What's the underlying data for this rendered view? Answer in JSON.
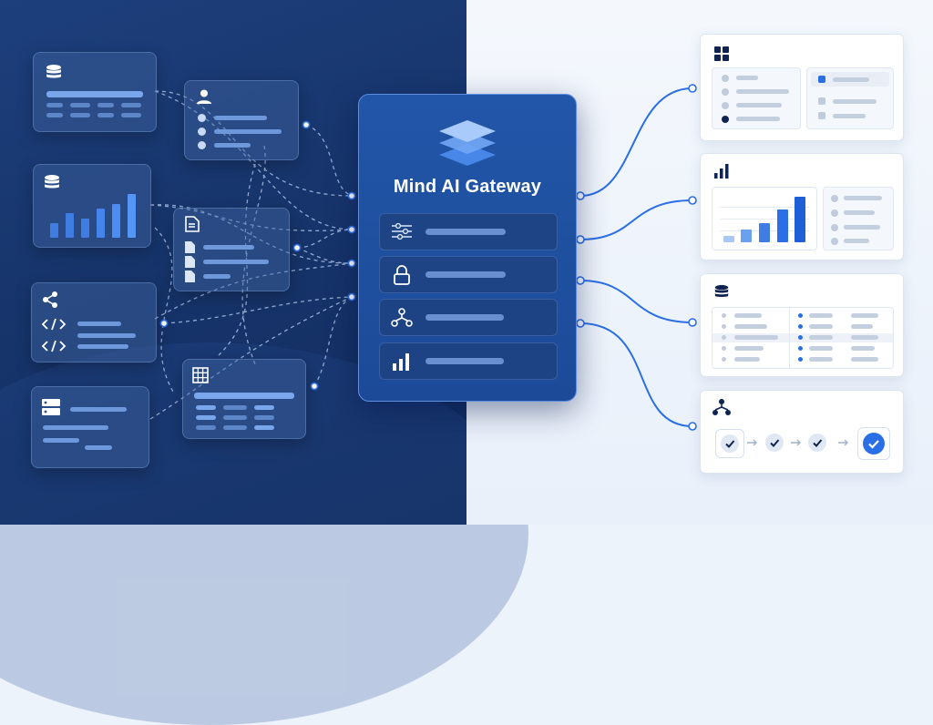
{
  "gateway": {
    "title": "Mind AI Gateway"
  },
  "icons": {
    "gateway": "stacked-layers-icon",
    "gateway_rows": [
      "sliders-icon",
      "lock-icon",
      "network-icon",
      "bar-chart-icon"
    ],
    "sources": [
      "database-icon",
      "user-icon",
      "database-icon",
      "document-icon",
      "share-icon",
      "server-icon",
      "table-icon"
    ],
    "outputs": [
      "dashboard-grid-icon",
      "bar-chart-icon",
      "database-icon",
      "workflow-icon"
    ]
  },
  "colors": {
    "left_background": "#17356c",
    "right_background": "#edf3fb",
    "gateway_panel": "#1f50a0",
    "accent_blue": "#2b6fe6",
    "wire_dashed": "#a9bfe6",
    "wire_solid": "#2b6fe6"
  },
  "chart_data": [
    {
      "type": "bar",
      "title": "",
      "values": [
        3,
        5,
        4,
        6,
        7,
        9
      ]
    },
    {
      "type": "bar",
      "title": "",
      "values": [
        1,
        2,
        3,
        5,
        7
      ]
    }
  ]
}
